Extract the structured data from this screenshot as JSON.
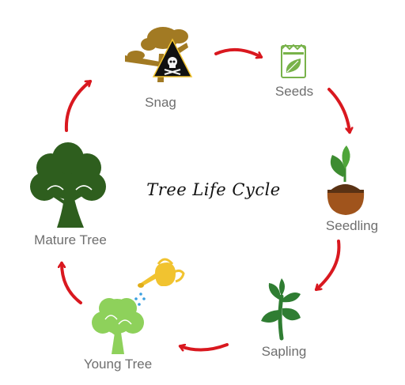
{
  "diagram": {
    "title": "Tree Life Cycle",
    "stages": [
      {
        "label": "Snag",
        "icon": "snag-tree-hazard-icon"
      },
      {
        "label": "Seeds",
        "icon": "seed-packet-icon"
      },
      {
        "label": "Seedling",
        "icon": "acorn-sprout-icon"
      },
      {
        "label": "Sapling",
        "icon": "sapling-plant-icon"
      },
      {
        "label": "Young Tree",
        "icon": "young-tree-icon"
      },
      {
        "label": "Mature Tree",
        "icon": "mature-tree-icon"
      }
    ],
    "extra_icons": [
      "watering-can-icon"
    ],
    "colors": {
      "arrow": "#d9181f",
      "label": "#6e6e6e",
      "snag": "#a27a23",
      "seeds": "#78b24a",
      "seedling_leaf": "#3d8c31",
      "acorn": "#8b4513",
      "sapling": "#2f7d32",
      "young_tree": "#8ed15b",
      "mature_tree": "#2e5e1e",
      "watering_can": "#f1c330",
      "water_drops": "#3aa0e0"
    }
  }
}
